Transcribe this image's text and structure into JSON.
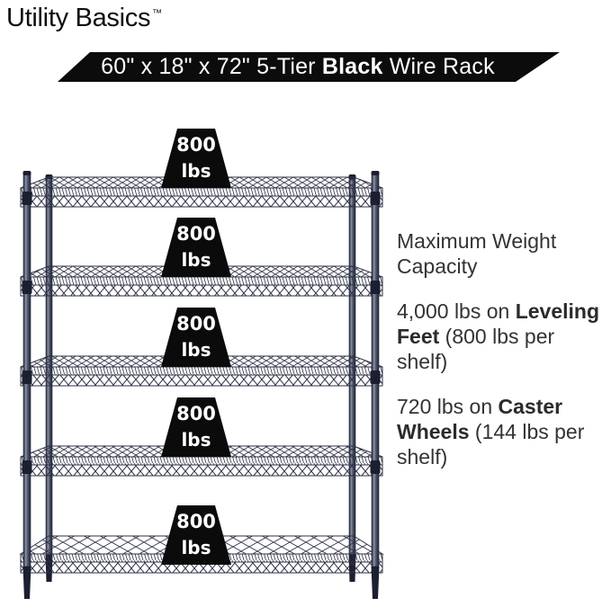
{
  "brand": {
    "name": "Utility Basics",
    "trademark": "™"
  },
  "banner": {
    "size_text": "60\" x 18\" x 72\" 5-Tier ",
    "highlight": "Black",
    "suffix": " Wire Rack",
    "background": "#0c0c0c",
    "text_color": "#ffffff"
  },
  "rack": {
    "tiers": 5,
    "wire_color": "#2e3245",
    "weight_badge_bg": "#0b0b0b",
    "weight_badge_fg": "#ffffff",
    "shelf_weights": [
      {
        "value": "800",
        "unit": "lbs"
      },
      {
        "value": "800",
        "unit": "lbs"
      },
      {
        "value": "800",
        "unit": "lbs"
      },
      {
        "value": "800",
        "unit": "lbs"
      },
      {
        "value": "800",
        "unit": "lbs"
      }
    ]
  },
  "capacity": {
    "heading": "Maximum Weight Capacity",
    "text_color": "#333333",
    "leveling": {
      "prefix": "4,000 lbs on ",
      "bold": "Leveling Feet",
      "suffix": " (800 lbs per shelf)"
    },
    "caster": {
      "prefix": "720 lbs on ",
      "bold": "Caster Wheels",
      "suffix": " (144 lbs per shelf)"
    }
  }
}
